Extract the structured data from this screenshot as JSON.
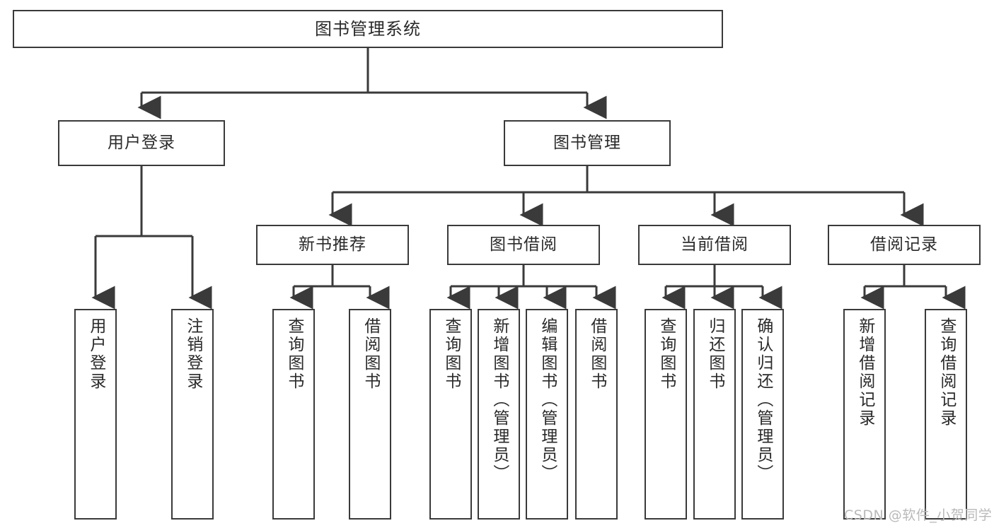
{
  "diagram": {
    "title": "图书管理系统",
    "root": {
      "label": "图书管理系统"
    },
    "level2": [
      {
        "label": "用户登录"
      },
      {
        "label": "图书管理"
      }
    ],
    "level3": [
      {
        "label": "新书推荐"
      },
      {
        "label": "图书借阅"
      },
      {
        "label": "当前借阅"
      },
      {
        "label": "借阅记录"
      }
    ],
    "leaves": [
      {
        "label": "用户登录"
      },
      {
        "label": "注销登录"
      },
      {
        "label": "查询图书"
      },
      {
        "label": "借阅图书"
      },
      {
        "label": "查询图书"
      },
      {
        "label": "新增图书（管理员）"
      },
      {
        "label": "编辑图书（管理员）"
      },
      {
        "label": "借阅图书"
      },
      {
        "label": "查询图书"
      },
      {
        "label": "归还图书"
      },
      {
        "label": "确认归还（管理员）"
      },
      {
        "label": "新增借阅记录"
      },
      {
        "label": "查询借阅记录"
      }
    ]
  },
  "watermark": {
    "text": "CSDN @软件_小贺同学"
  },
  "colors": {
    "stroke": "#3a3a3a",
    "background": "#ffffff",
    "text": "#2a2a2a",
    "watermark": "#b9b9b9"
  }
}
